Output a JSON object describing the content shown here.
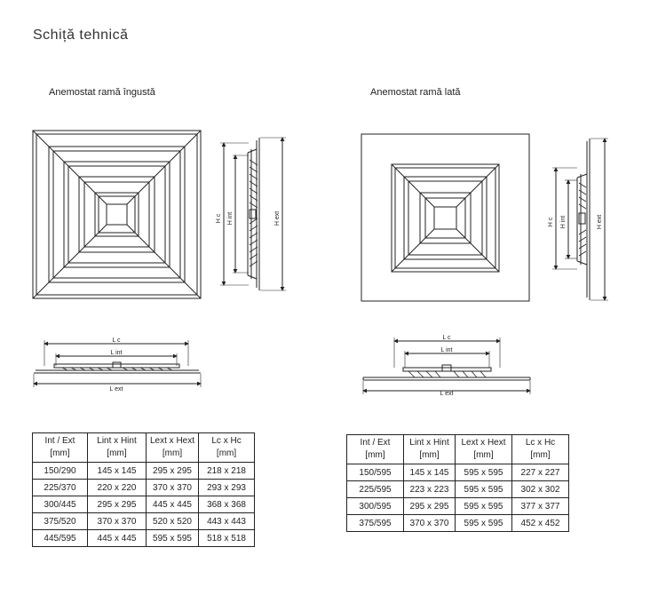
{
  "page": {
    "title": "Schiță tehnică"
  },
  "left": {
    "title": "Anemostat ramă îngustă",
    "dims": {
      "hc": "H c",
      "hint": "H int",
      "hext": "H ext",
      "lc": "L c",
      "lint": "L int",
      "lext": "L ext"
    },
    "table": {
      "headers": [
        {
          "label": "Int / Ext",
          "unit": "[mm]"
        },
        {
          "label": "Lint x Hint",
          "unit": "[mm]"
        },
        {
          "label": "Lext x Hext",
          "unit": "[mm]"
        },
        {
          "label": "Lc x Hc",
          "unit": "[mm]"
        }
      ],
      "rows": [
        [
          "150/290",
          "145 x 145",
          "295 x 295",
          "218 x 218"
        ],
        [
          "225/370",
          "220 x 220",
          "370 x 370",
          "293 x 293"
        ],
        [
          "300/445",
          "295 x 295",
          "445 x 445",
          "368 x 368"
        ],
        [
          "375/520",
          "370 x 370",
          "520 x 520",
          "443 x 443"
        ],
        [
          "445/595",
          "445 x 445",
          "595 x 595",
          "518 x 518"
        ]
      ]
    }
  },
  "right": {
    "title": "Anemostat ramă lată",
    "dims": {
      "hc": "H c",
      "hint": "H int",
      "hext": "H ext",
      "lc": "L c",
      "lint": "L int",
      "lext": "L ext"
    },
    "table": {
      "headers": [
        {
          "label": "Int / Ext",
          "unit": "[mm]"
        },
        {
          "label": "Lint x Hint",
          "unit": "[mm]"
        },
        {
          "label": "Lext x Hext",
          "unit": "[mm]"
        },
        {
          "label": "Lc x Hc",
          "unit": "[mm]"
        }
      ],
      "rows": [
        [
          "150/595",
          "145 x 145",
          "595 x 595",
          "227 x 227"
        ],
        [
          "225/595",
          "223 x 223",
          "595 x 595",
          "302 x 302"
        ],
        [
          "300/595",
          "295 x 295",
          "595 x 595",
          "377 x 377"
        ],
        [
          "375/595",
          "370 x 370",
          "595 x 595",
          "452 x 452"
        ]
      ]
    }
  }
}
